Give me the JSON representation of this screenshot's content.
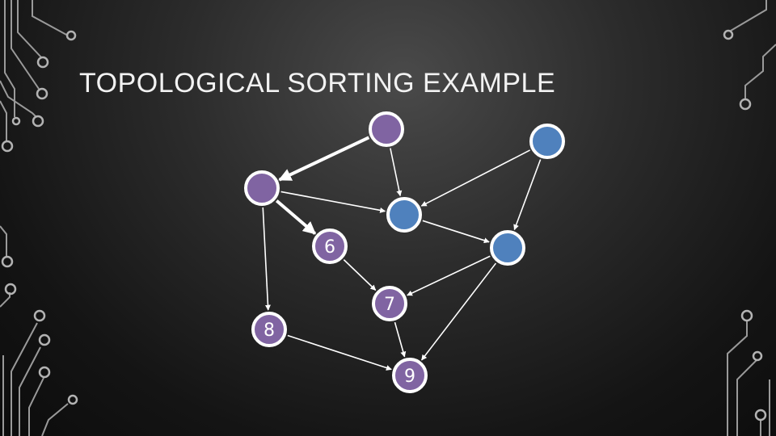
{
  "title": "TOPOLOGICAL SORTING EXAMPLE",
  "colors": {
    "purple_node": "#8064a2",
    "blue_node": "#4f81bd",
    "edge": "#ffffff",
    "text": "#f2f2f2",
    "circuit": "#9a9a9a"
  },
  "graph": {
    "nodes": [
      {
        "id": "n1",
        "label": "",
        "color": "purple"
      },
      {
        "id": "n2",
        "label": "",
        "color": "blue"
      },
      {
        "id": "n3",
        "label": "",
        "color": "purple"
      },
      {
        "id": "n4",
        "label": "",
        "color": "blue"
      },
      {
        "id": "n5",
        "label": "",
        "color": "blue"
      },
      {
        "id": "n6",
        "label": "6",
        "color": "purple"
      },
      {
        "id": "n7",
        "label": "7",
        "color": "purple"
      },
      {
        "id": "n8",
        "label": "8",
        "color": "purple"
      },
      {
        "id": "n9",
        "label": "9",
        "color": "purple"
      }
    ],
    "edges": [
      {
        "from": "n1",
        "to": "n3",
        "highlighted": true
      },
      {
        "from": "n1",
        "to": "n4",
        "highlighted": false
      },
      {
        "from": "n2",
        "to": "n4",
        "highlighted": false
      },
      {
        "from": "n2",
        "to": "n5",
        "highlighted": false
      },
      {
        "from": "n3",
        "to": "n4",
        "highlighted": false
      },
      {
        "from": "n3",
        "to": "n6",
        "highlighted": true
      },
      {
        "from": "n3",
        "to": "n8",
        "highlighted": false
      },
      {
        "from": "n4",
        "to": "n5",
        "highlighted": false
      },
      {
        "from": "n5",
        "to": "n7",
        "highlighted": false
      },
      {
        "from": "n5",
        "to": "n9",
        "highlighted": false
      },
      {
        "from": "n6",
        "to": "n7",
        "highlighted": false
      },
      {
        "from": "n7",
        "to": "n9",
        "highlighted": false
      },
      {
        "from": "n8",
        "to": "n9",
        "highlighted": false
      }
    ]
  }
}
